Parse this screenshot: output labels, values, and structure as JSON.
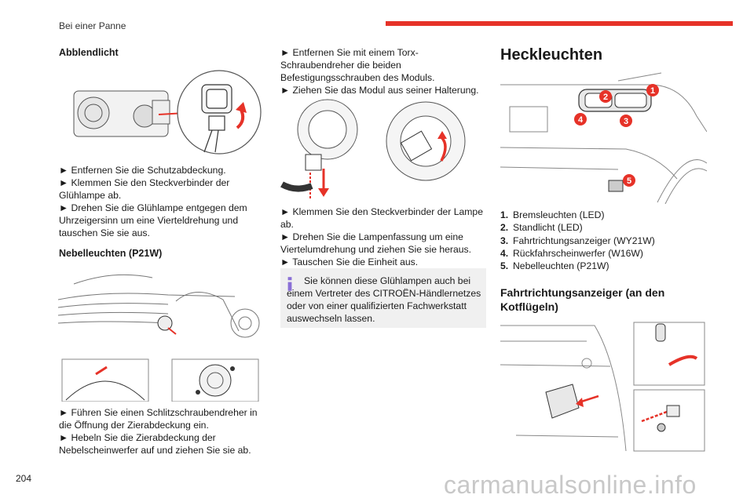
{
  "header": {
    "section": "Bei einer Panne"
  },
  "page_number": "204",
  "watermark": "carmanualsonline.info",
  "col1": {
    "heading_low_beam": "Abblendlicht",
    "low_beam_steps": [
      "► Entfernen Sie die Schutzabdeckung.",
      "► Klemmen Sie den Steckverbinder der Glühlampe ab.",
      "► Drehen Sie die Glühlampe entgegen dem Uhrzeigersinn um eine Vierteldrehung und tauschen Sie sie aus."
    ],
    "heading_fog": "Nebelleuchten (P21W)",
    "fog_steps": [
      "► Führen Sie einen Schlitzschraubendreher in die Öffnung der Zierabdeckung ein.",
      "► Hebeln Sie die Zierabdeckung der Nebelscheinwerfer auf und ziehen Sie sie ab."
    ]
  },
  "col2": {
    "steps_top": [
      "► Entfernen Sie mit einem Torx-Schraubendreher die beiden Befestigungsschrauben des Moduls.",
      "► Ziehen Sie das Modul aus seiner Halterung."
    ],
    "steps_bottom": [
      "► Klemmen Sie den Steckverbinder der Lampe ab.",
      "► Drehen Sie die Lampenfassung um eine Viertelumdrehung und ziehen Sie sie heraus.",
      "► Tauschen Sie die Einheit aus."
    ],
    "note": "Sie können diese Glühlampen auch bei einem Vertreter des CITROËN-Händlernetzes oder von einer qualifizierten Fachwerkstatt auswechseln lassen."
  },
  "col3": {
    "heading_rear": "Heckleuchten",
    "rear_items": [
      {
        "num": "1.",
        "label": "Bremsleuchten (LED)"
      },
      {
        "num": "2.",
        "label": "Standlicht (LED)"
      },
      {
        "num": "3.",
        "label": "Fahrtrichtungsanzeiger (WY21W)"
      },
      {
        "num": "4.",
        "label": "Rückfahrscheinwerfer (W16W)"
      },
      {
        "num": "5.",
        "label": "Nebelleuchten (P21W)"
      }
    ],
    "heading_indicators": "Fahrtrichtungsanzeiger (an den Kotflügeln)",
    "callouts": [
      "1",
      "2",
      "3",
      "4",
      "5"
    ]
  },
  "colors": {
    "accent_red": "#e63228",
    "note_bg": "#f0f0f0",
    "info_blue": "#8a6fd6"
  }
}
